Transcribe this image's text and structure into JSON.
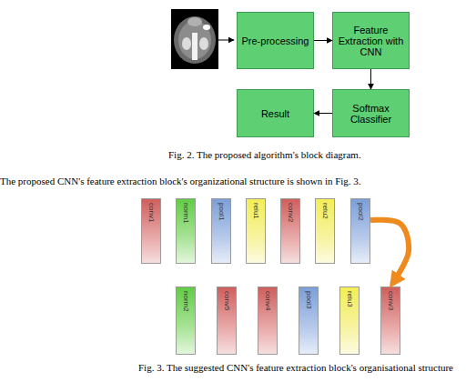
{
  "diagram": {
    "caption": "Fig. 2. The proposed algorithm's block diagram.",
    "nodes": [
      {
        "text": [
          "Pre-processing"
        ]
      },
      {
        "text": [
          "Feature Extraction with CNN"
        ]
      },
      {
        "text": [
          "Softmax Classifier"
        ]
      },
      {
        "text": [
          "Result"
        ]
      },
      {
        "text": [
          "conv1"
        ]
      },
      {
        "text": [
          "norm1"
        ]
      },
      {
        "text": [
          "pool1"
        ]
      },
      {
        "text": [
          "relu1"
        ]
      },
      {
        "text": [
          "conv2"
        ]
      },
      {
        "text": [
          "relu2"
        ]
      },
      {
        "text": [
          "pool2"
        ]
      },
      {
        "text": [
          "norm2"
        ]
      },
      {
        "text": [
          "conv5"
        ]
      },
      {
        "text": [
          "conv4"
        ]
      },
      {
        "text": [
          "pool3"
        ]
      },
      {
        "text": [
          "relu3"
        ]
      },
      {
        "text": [
          "conv3"
        ]
      }
    ],
    "edges": [
      {
        "from": 0,
        "to": 1,
        "arrow": "to"
      },
      {
        "from": 1,
        "to": 2,
        "arrow": "to"
      },
      {
        "from": 2,
        "to": 3,
        "arrow": "to"
      },
      {
        "from": 10,
        "to": 16,
        "arrow": "to"
      }
    ],
    "labels": [
      "The proposed CNN's feature extraction block's organizational structure is shown in Fig. 3.",
      "Fig. 3. The suggested CNN's feature extraction block's organisational structure"
    ]
  }
}
